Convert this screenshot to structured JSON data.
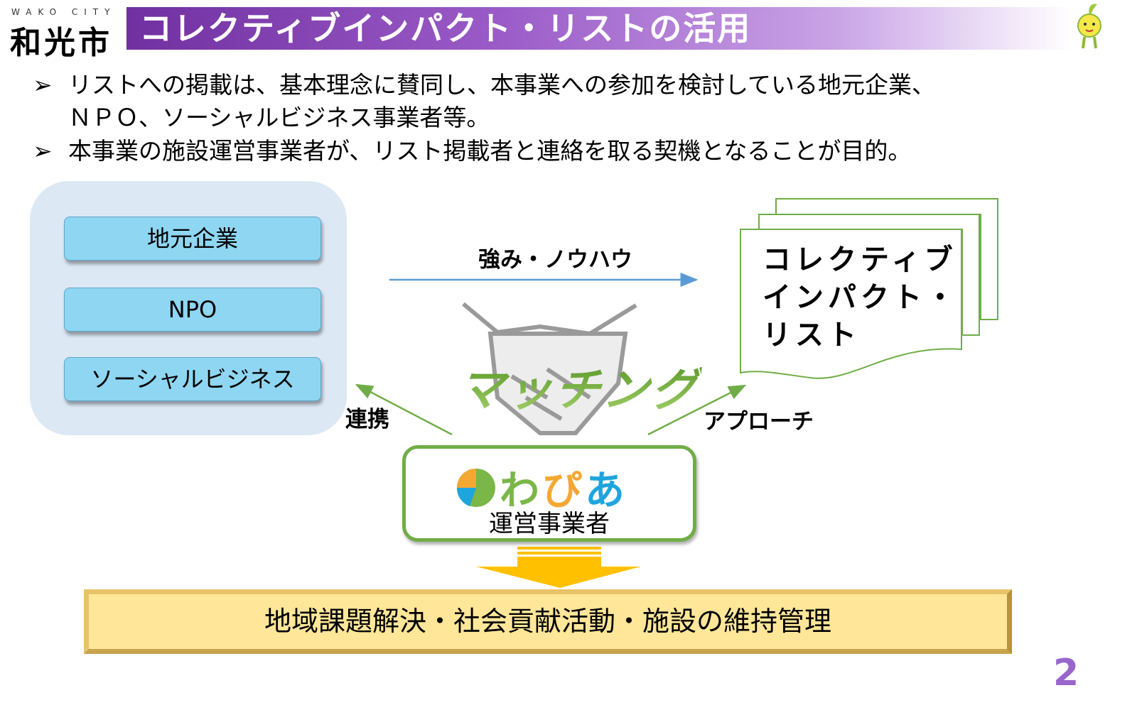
{
  "header": {
    "city_en": "WAKO CITY",
    "city_jp": "和光市",
    "title": "コレクティブインパクト・リストの活用"
  },
  "bullets": [
    {
      "marker": "➢",
      "lines": [
        "リストへの掲載は、基本理念に賛同し、本事業への参加を検討している地元企業、",
        "ＮＰＯ、ソーシャルビジネス事業者等。"
      ]
    },
    {
      "marker": "➢",
      "lines": [
        "本事業の施設運営事業者が、リスト掲載者と連絡を取る契機となることが目的。"
      ]
    }
  ],
  "diagram": {
    "orgs": [
      "地元企業",
      "NPO",
      "ソーシャルビジネス"
    ],
    "arrow_top_label": "強み・ノウハウ",
    "document_text": "コレクティブインパクト・リスト",
    "matching": "マッチング",
    "left_arrow_label": "連携",
    "right_arrow_label": "アプローチ",
    "operator_logo": [
      "わ",
      "ぴ",
      "あ"
    ],
    "operator_label": "運営事業者",
    "goal": "地域課題解決・社会貢献活動・施設の維持管理"
  },
  "page_number": "2",
  "colors": {
    "title": "#7030a0",
    "green": "#70ad47",
    "blue": "#5b9bd5",
    "box": "#8fd6f2",
    "goal": "#ffe699",
    "arrow": "#ffc000"
  }
}
